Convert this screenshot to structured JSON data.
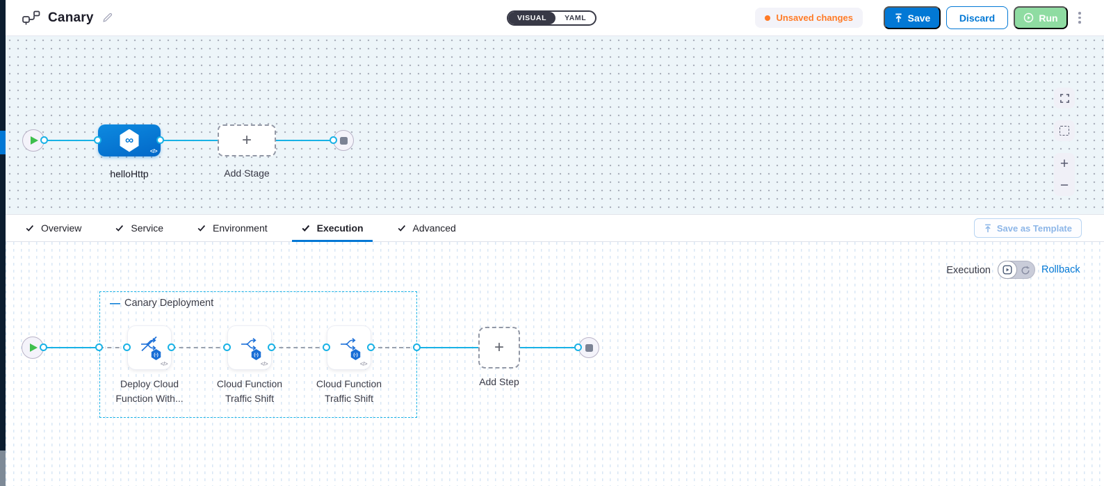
{
  "colors": {
    "primary_blue": "#0278d5",
    "connector_cyan": "#18b2e6",
    "unsaved_orange": "#ff7b26",
    "run_green_disabled": "#8fdca2",
    "toggle_dark": "#383946",
    "canvas_top_bg": "#edf5f9",
    "left_strip": "#0c1d2f",
    "play_green": "#3fbf4d"
  },
  "header": {
    "title": "Canary",
    "mode_toggle": {
      "visual_label": "VISUAL",
      "yaml_label": "YAML",
      "selected": "VISUAL"
    },
    "unsaved_changes_label": "Unsaved changes",
    "save_label": "Save",
    "discard_label": "Discard",
    "run_label": "Run"
  },
  "stage_canvas": {
    "stage_name": "helloHttp",
    "add_stage_label": "Add Stage"
  },
  "tabs": [
    {
      "label": "Overview",
      "active": false
    },
    {
      "label": "Service",
      "active": false
    },
    {
      "label": "Environment",
      "active": false
    },
    {
      "label": "Execution",
      "active": true
    },
    {
      "label": "Advanced",
      "active": false
    }
  ],
  "save_as_template_label": "Save as Template",
  "execution_panel": {
    "mode_label": "Execution",
    "rollback_label": "Rollback",
    "group": {
      "title": "Canary Deployment",
      "steps": [
        {
          "line1": "Deploy Cloud",
          "line2": "Function With..."
        },
        {
          "line1": "Cloud Function",
          "line2": "Traffic Shift"
        },
        {
          "line1": "Cloud Function",
          "line2": "Traffic Shift"
        }
      ]
    },
    "add_step_label": "Add Step"
  },
  "glyphs": {
    "plus": "+",
    "minus": "−",
    "collapse_dash": "—",
    "infinity": "∞",
    "code": "</>",
    "function_badge": "(-)"
  }
}
